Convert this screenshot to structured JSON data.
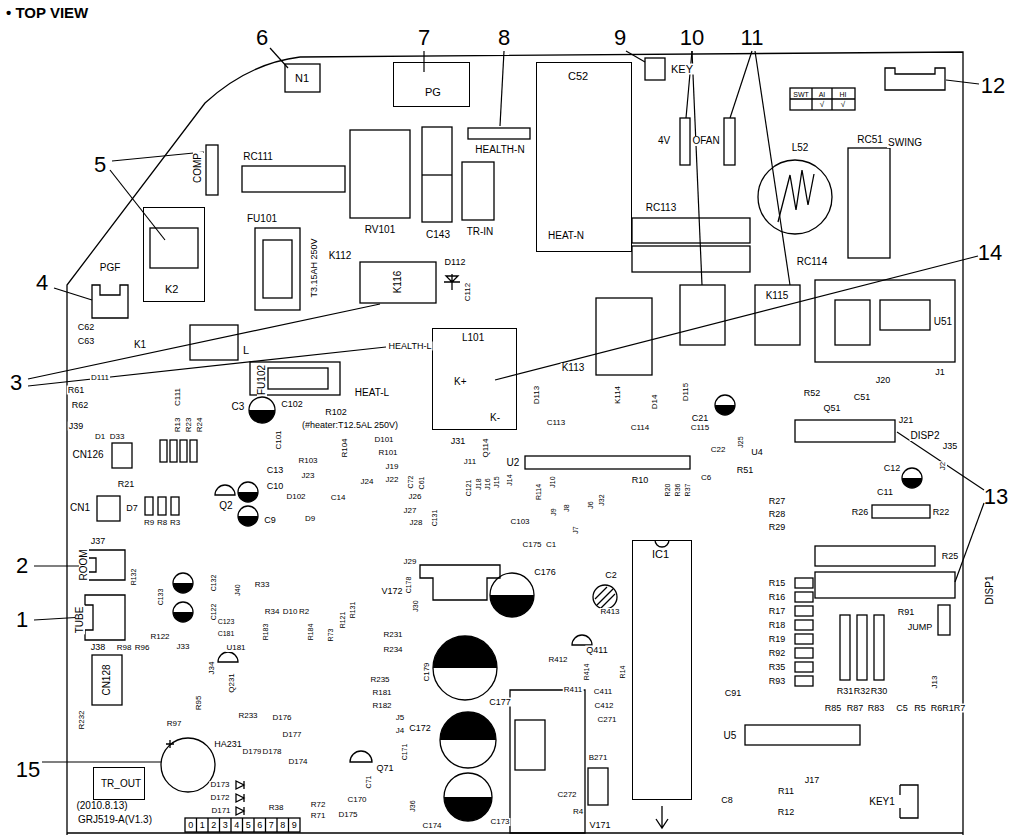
{
  "diagram": {
    "title": "• TOP VIEW",
    "nodes": [
      {
        "text": [
          "PG"
        ]
      },
      {
        "text": [
          "C52",
          "HEAT-N"
        ]
      },
      {
        "text": [
          "K2"
        ]
      },
      {
        "text": [
          "L101",
          "K+",
          "K-"
        ]
      },
      {
        "text": [
          "IC1"
        ]
      },
      {
        "text": [
          "TR_OUT"
        ]
      }
    ],
    "labels": [
      "1",
      "2",
      "3",
      "4",
      "5",
      "6",
      "7",
      "8",
      "9",
      "10",
      "11",
      "12",
      "13",
      "14",
      "15",
      "N1",
      "HEALTH-N",
      "KEY",
      "COMP",
      "RC111",
      "FU101",
      "T3.15AH 250V",
      "RV101",
      "C143",
      "TR-IN",
      "K112",
      "K116",
      "D112",
      "C112",
      "4V",
      "OFAN",
      "SWT",
      "AI",
      "HI",
      "√",
      "√",
      "SWING",
      "L52",
      "RC51",
      "RC113",
      "RC114",
      "K115",
      "U51",
      "PGF",
      "K1",
      "C62",
      "C63",
      "L",
      "HEALTH-L",
      "FU102",
      "HEAT-L",
      "(#heater:T12.5AL 250V)",
      "K113",
      "D113",
      "C113",
      "J31",
      "Q114",
      "J11",
      "U2",
      "K114",
      "D14",
      "D115",
      "C114",
      "C115",
      "R52",
      "Q51",
      "C51",
      "J20",
      "J1",
      "J21",
      "DISP2",
      "J35",
      "R61",
      "R62",
      "J39",
      "D111",
      "D1",
      "D33",
      "R13",
      "R23",
      "R24",
      "C111",
      "C3",
      "C102",
      "R102",
      "C101",
      "D101",
      "R101",
      "R104",
      "J19",
      "J22",
      "R103",
      "J23",
      "J24",
      "CN126",
      "CN1",
      "D7",
      "R21",
      "R9",
      "R8",
      "R3",
      "Q2",
      "C13",
      "C10",
      "C9",
      "D102",
      "C14",
      "D9",
      "J26",
      "J27",
      "J28",
      "C131",
      "C72",
      "C61",
      "C121",
      "J18",
      "J16",
      "J15",
      "J14",
      "J10",
      "R114",
      "J9",
      "J8",
      "J7",
      "J6",
      "J32",
      "C103",
      "C176",
      "C175",
      "C1",
      "C2",
      "R10",
      "R20",
      "R36",
      "R37",
      "C21",
      "J25",
      "C22",
      "U4",
      "C6",
      "R51",
      "C12",
      "C11",
      "J2",
      "R27",
      "R28",
      "R29",
      "R26",
      "R22",
      "R25",
      "R15",
      "R16",
      "R17",
      "R18",
      "R19",
      "R92",
      "R35",
      "R93",
      "C91",
      "R91",
      "JUMP",
      "J13",
      "R31",
      "R32",
      "R30",
      "R85",
      "R87",
      "R83",
      "C5",
      "R5",
      "R6R1R7",
      "DISP1",
      "U5",
      "C8",
      "R11",
      "R12",
      "J17",
      "KEY1",
      "ROOM",
      "TUBE",
      "J37",
      "J38",
      "R132",
      "C133",
      "C132",
      "C122",
      "R122",
      "J33",
      "R98",
      "R96",
      "CN128",
      "J34",
      "Q231",
      "R95",
      "R233",
      "R232",
      "R97",
      "J40",
      "R33",
      "R34",
      "D10",
      "R2",
      "U181",
      "R183",
      "R184",
      "C123",
      "C181",
      "R73",
      "R121",
      "R131",
      "J29",
      "C178",
      "J30",
      "V172",
      "R231",
      "R234",
      "R235",
      "R181",
      "R182",
      "C179",
      "C177",
      "J5",
      "J4",
      "D176",
      "D177",
      "D179",
      "D178",
      "D174",
      "D173",
      "D172",
      "D171",
      "D175",
      "Q71",
      "C71",
      "R72",
      "R71",
      "R38",
      "C170",
      "C171",
      "C172",
      "J36",
      "C174",
      "C173",
      "Q411",
      "R412",
      "R411",
      "R413",
      "R414",
      "R14",
      "C411",
      "C412",
      "C271",
      "B271",
      "C272",
      "R4",
      "V171",
      "HA231",
      "(2010.8.13)",
      "GRJ519-A(V1.3)",
      "0",
      "1",
      "2",
      "3",
      "4",
      "5",
      "6",
      "7",
      "8",
      "9"
    ]
  }
}
